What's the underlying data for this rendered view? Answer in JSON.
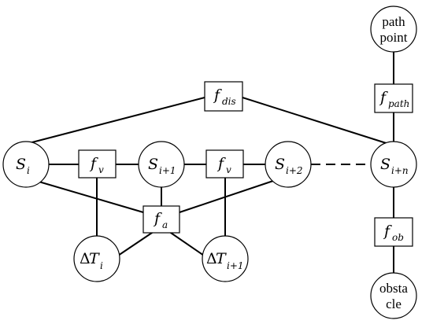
{
  "nodes": {
    "s_i": {
      "base": "S",
      "sub": "i"
    },
    "s_i1": {
      "base": "S",
      "sub": "i+1"
    },
    "s_i2": {
      "base": "S",
      "sub": "i+2"
    },
    "s_in": {
      "base": "S",
      "sub": "i+n"
    },
    "dt_i": {
      "delta": "Δ",
      "base": "T",
      "sub": "i"
    },
    "dt_i1": {
      "delta": "Δ",
      "base": "T",
      "sub": "i+1"
    },
    "path_point": {
      "line1": "path",
      "line2": "point"
    },
    "obstacle": {
      "line1": "obsta",
      "line2": "cle"
    }
  },
  "factors": {
    "f_dis": {
      "base": "f",
      "sub": "dis"
    },
    "f_v_left": {
      "base": "f",
      "sub": "v"
    },
    "f_v_right": {
      "base": "f",
      "sub": "v"
    },
    "f_a": {
      "base": "f",
      "sub": "a"
    },
    "f_path": {
      "base": "f",
      "sub": "path"
    },
    "f_ob": {
      "base": "f",
      "sub": "ob"
    }
  }
}
